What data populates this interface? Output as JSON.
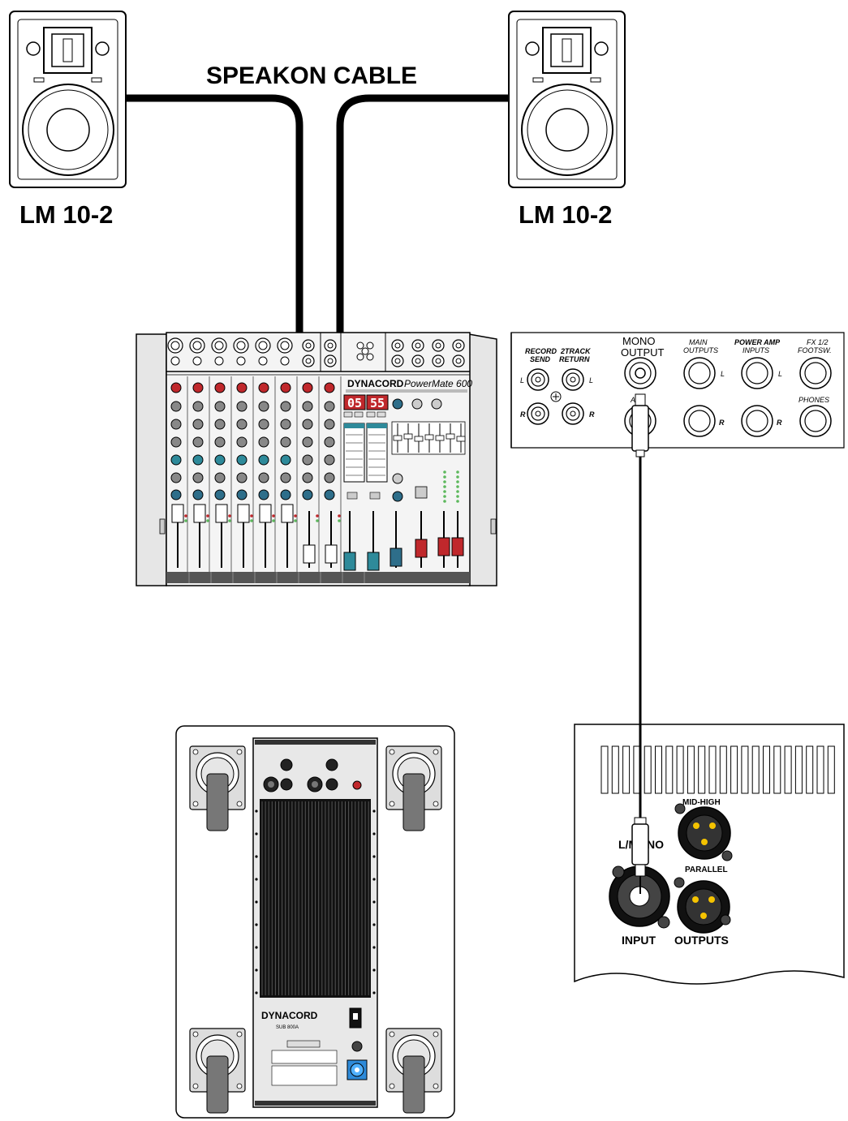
{
  "diagram": {
    "cable_label": "SPEAKON CABLE",
    "speakers": [
      {
        "model": "LM 10-2"
      },
      {
        "model": "LM 10-2"
      }
    ],
    "mixer": {
      "brand": "DYNACORD",
      "model": "PowerMate 600",
      "display_left": "05",
      "display_right": "55"
    },
    "mixer_rear_panel": {
      "record_send": "RECORD SEND",
      "two_track_return": "2TRACK RETURN",
      "mono_output": "MONO OUTPUT",
      "aux": "AUX",
      "main_outputs": "MAIN OUTPUTS",
      "power_amp_inputs": "POWER AMP INPUTS",
      "fx_footsw": "FX 1/2 FOOTSW.",
      "phones": "PHONES",
      "left": "L",
      "right": "R"
    },
    "amp_panel": {
      "mid_high": "MID-HIGH",
      "l_mono": "L/MONO",
      "parallel": "PARALLEL",
      "input": "INPUT",
      "outputs": "OUTPUTS"
    },
    "subwoofer": {
      "brand": "DYNACORD",
      "model": "SUB 800A"
    }
  }
}
